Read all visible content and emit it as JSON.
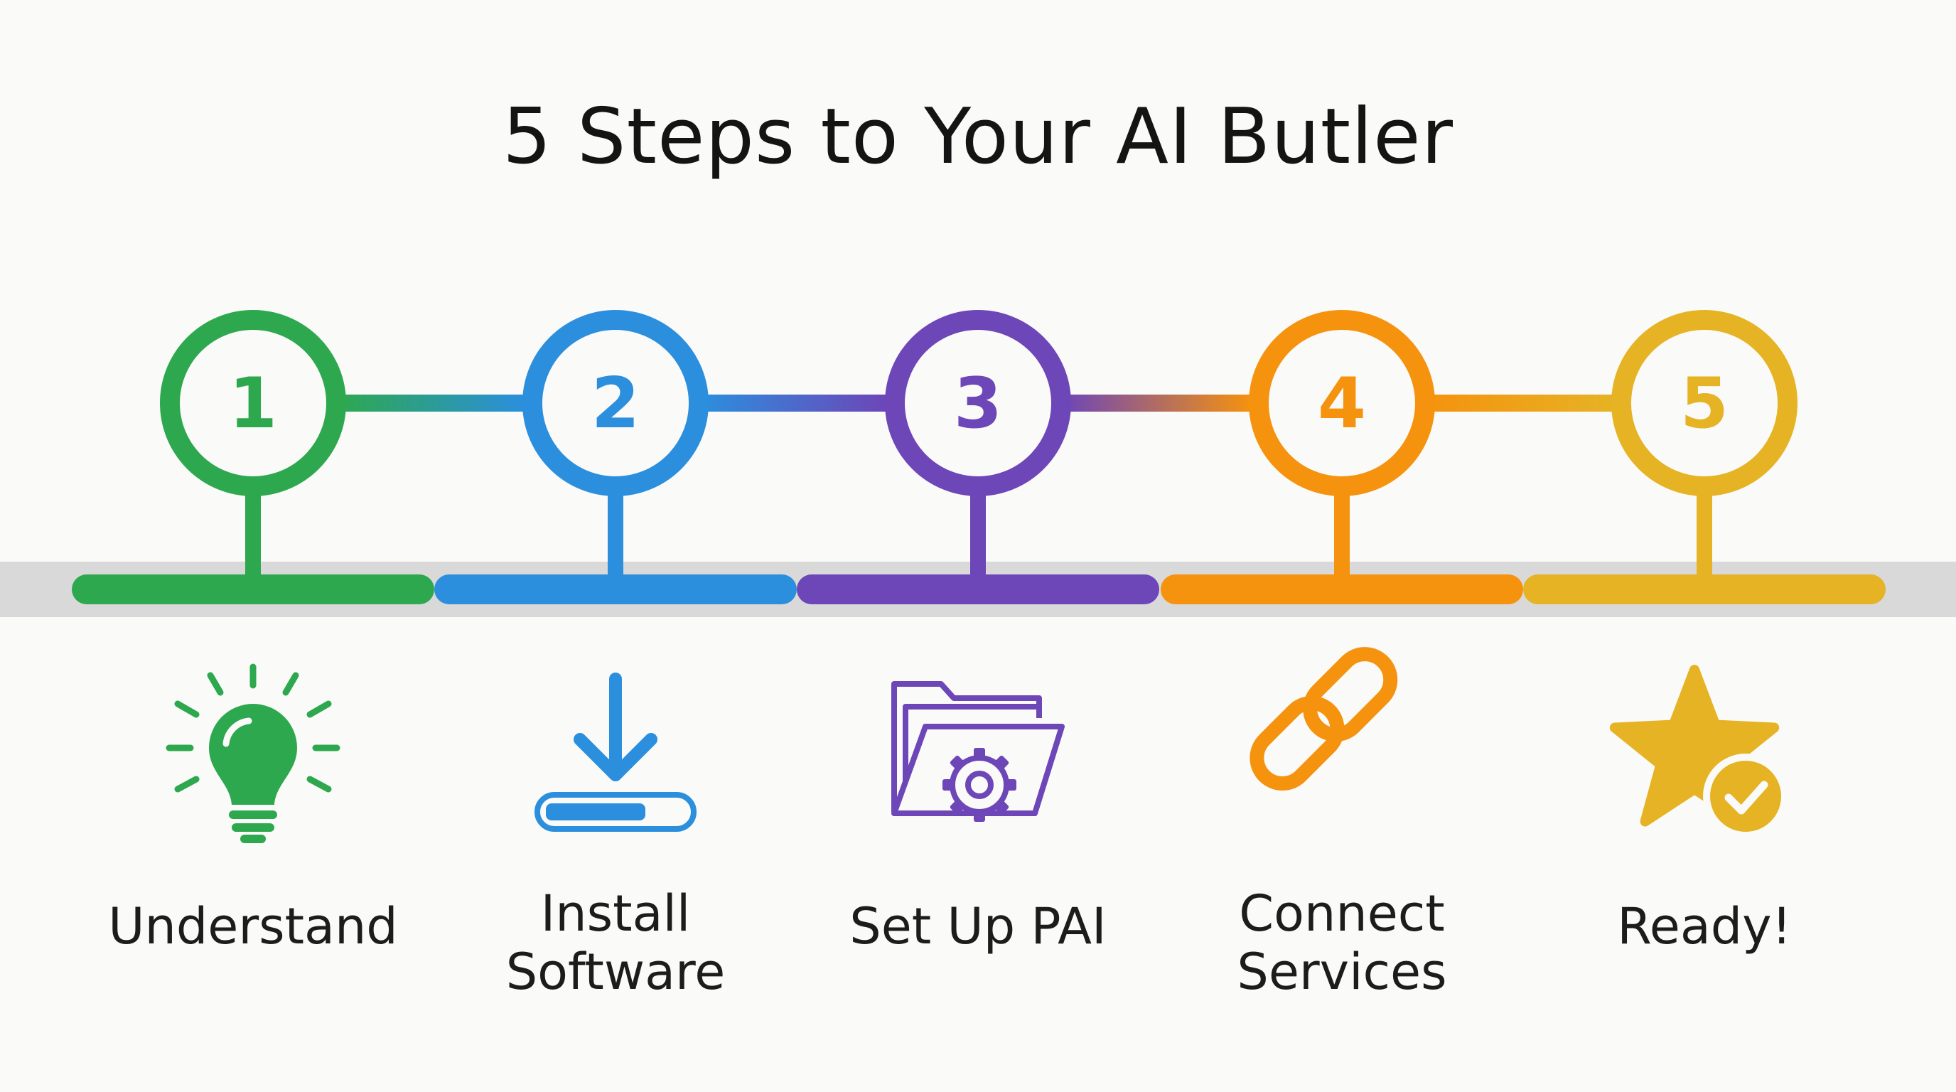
{
  "title": "5 Steps to Your AI Butler",
  "steps": [
    {
      "number": "1",
      "label": "Understand",
      "icon": "lightbulb-icon",
      "color": "#2ea84e"
    },
    {
      "number": "2",
      "label": "Install\nSoftware",
      "icon": "download-progress-icon",
      "color": "#2b8fde"
    },
    {
      "number": "3",
      "label": "Set Up PAI",
      "icon": "folder-gear-icon",
      "color": "#6d46b8"
    },
    {
      "number": "4",
      "label": "Connect\nServices",
      "icon": "chain-link-icon",
      "color": "#f5920e"
    },
    {
      "number": "5",
      "label": "Ready!",
      "icon": "star-check-icon",
      "color": "#e6b325"
    }
  ]
}
